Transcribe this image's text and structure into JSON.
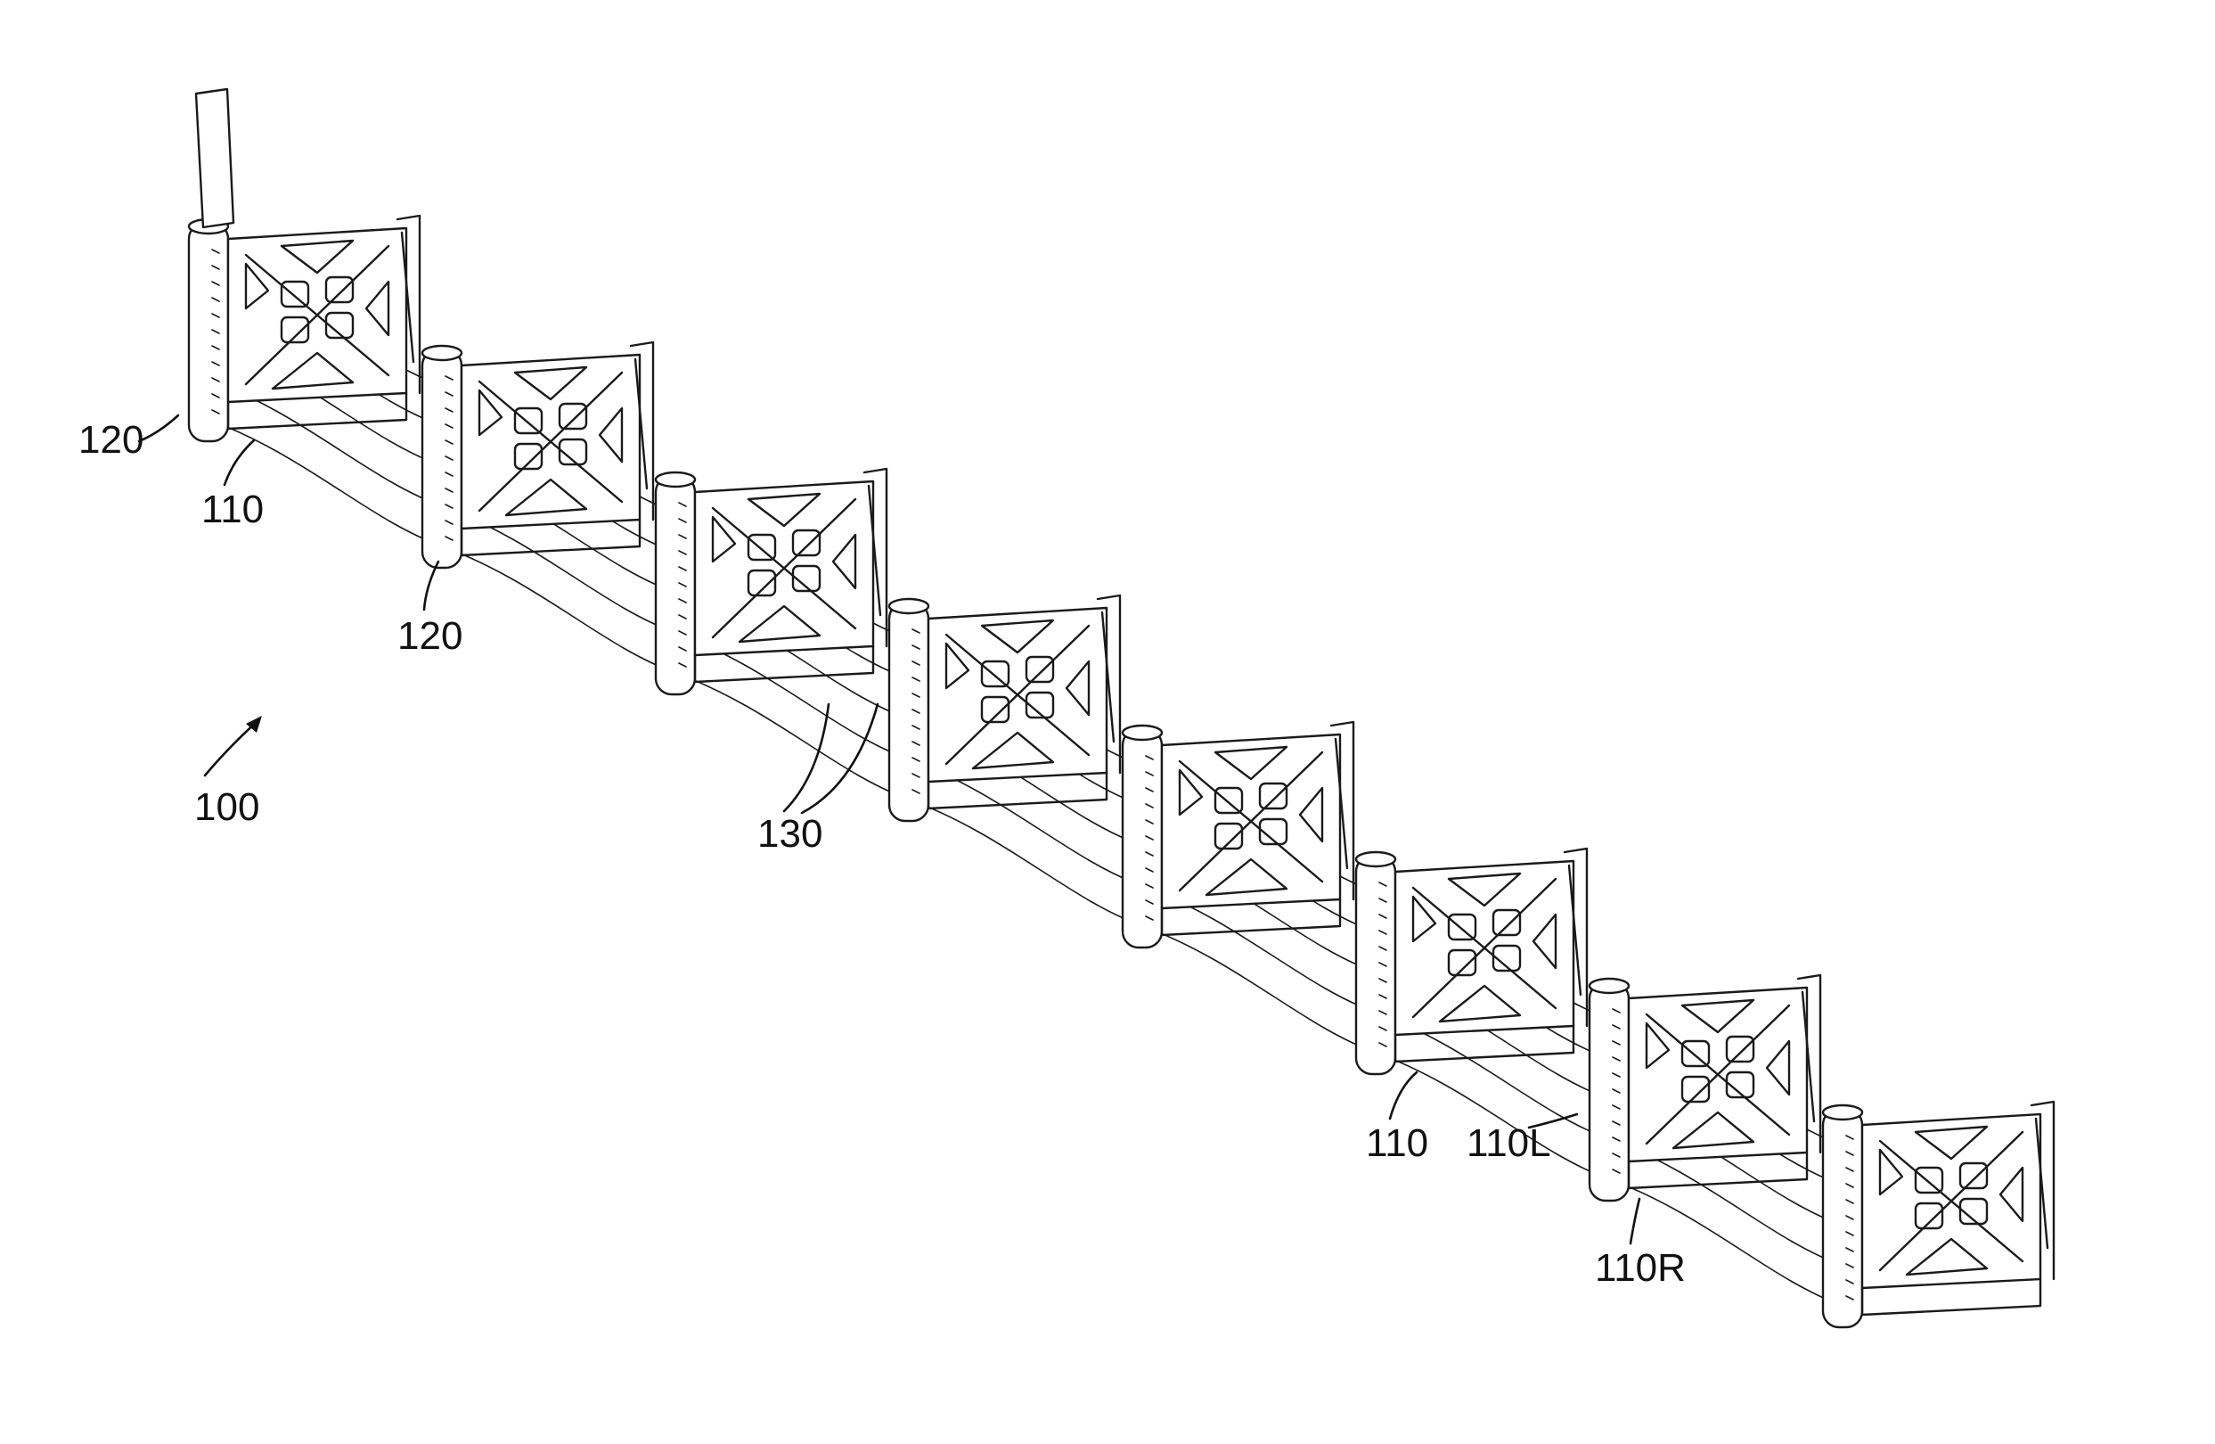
{
  "figure": {
    "reference_labels": [
      {
        "id": "label-100",
        "text": "100"
      },
      {
        "id": "label-120-a",
        "text": "120"
      },
      {
        "id": "label-110-a",
        "text": "110"
      },
      {
        "id": "label-120-b",
        "text": "120"
      },
      {
        "id": "label-130",
        "text": "130"
      },
      {
        "id": "label-110-b",
        "text": "110"
      },
      {
        "id": "label-110L",
        "text": "110L"
      },
      {
        "id": "label-110R",
        "text": "110R"
      }
    ],
    "segment_count": 8
  }
}
